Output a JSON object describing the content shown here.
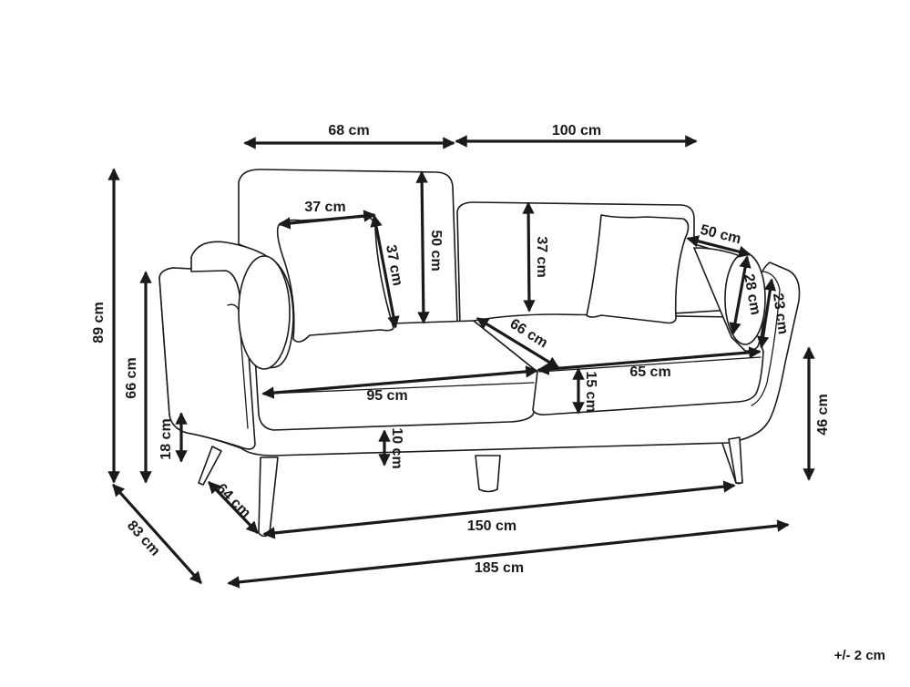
{
  "dimensions": {
    "back_depth": "68 cm",
    "back_width": "100 cm",
    "pillow_left_width": "37 cm",
    "pillow_left_height": "37 cm",
    "back_cushion_height": "50 cm",
    "back_height_right": "37 cm",
    "bolster_length": "50 cm",
    "bolster_diameter": "28 cm",
    "arm_height": "23 cm",
    "seat_depth": "66 cm",
    "seat_width_left": "95 cm",
    "seat_width_right": "65 cm",
    "seat_cushion_thickness": "15 cm",
    "base_thickness": "10 cm",
    "total_height": "89 cm",
    "arm_total_height": "66 cm",
    "leg_height": "18 cm",
    "seat_height": "46 cm",
    "inner_depth": "64 cm",
    "inner_width": "150 cm",
    "total_depth": "83 cm",
    "total_width": "185 cm"
  },
  "tolerance": "+/- 2 cm"
}
